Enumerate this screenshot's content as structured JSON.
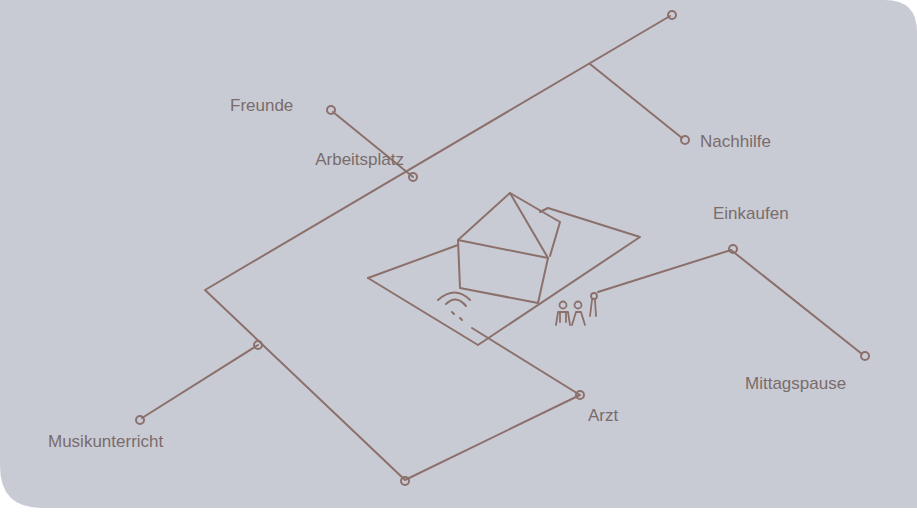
{
  "diagram": {
    "labels": [
      "Freunde",
      "Arbeitsplatz",
      "Nachhilfe",
      "Einkaufen",
      "Mittagspause",
      "Musikunterricht",
      "Arzt"
    ]
  }
}
